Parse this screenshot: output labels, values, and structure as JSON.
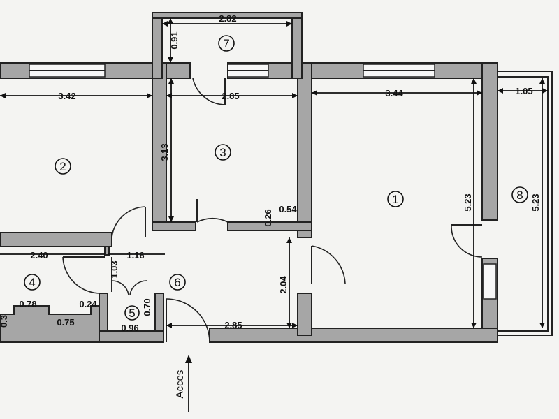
{
  "rooms": [
    {
      "id": "1",
      "name": "room-1"
    },
    {
      "id": "2",
      "name": "room-2"
    },
    {
      "id": "3",
      "name": "room-3"
    },
    {
      "id": "4",
      "name": "room-4"
    },
    {
      "id": "5",
      "name": "room-5"
    },
    {
      "id": "6",
      "name": "room-6"
    },
    {
      "id": "7",
      "name": "room-7"
    },
    {
      "id": "8",
      "name": "room-8"
    }
  ],
  "dimensions": {
    "room7_width": "2.82",
    "room7_depth": "0.91",
    "room2_width": "3.42",
    "room3_width": "2.85",
    "room1_width": "3.44",
    "room8_width": "1.05",
    "room3_depth": "3.13",
    "room1_depth": "5.23",
    "room8_depth": "5.23",
    "room3_niche_width": "0.54",
    "room3_niche_depth": "0.26",
    "room4_width": "2.40",
    "hall_width": "1.16",
    "room5_depth_a": "1.03",
    "room6_depth": "2.04",
    "room4_a": "0.78",
    "room4_b": "0.24",
    "room4_c": "0.75",
    "room4_d": "0.3",
    "room5_width": "0.96",
    "room5_depth_b": "0.70",
    "entry_width": "2.85"
  },
  "entrance_label": "Acces",
  "colors": {
    "wall": "#a6a6a6",
    "paper": "#f4f4f2",
    "ink": "#111111"
  }
}
